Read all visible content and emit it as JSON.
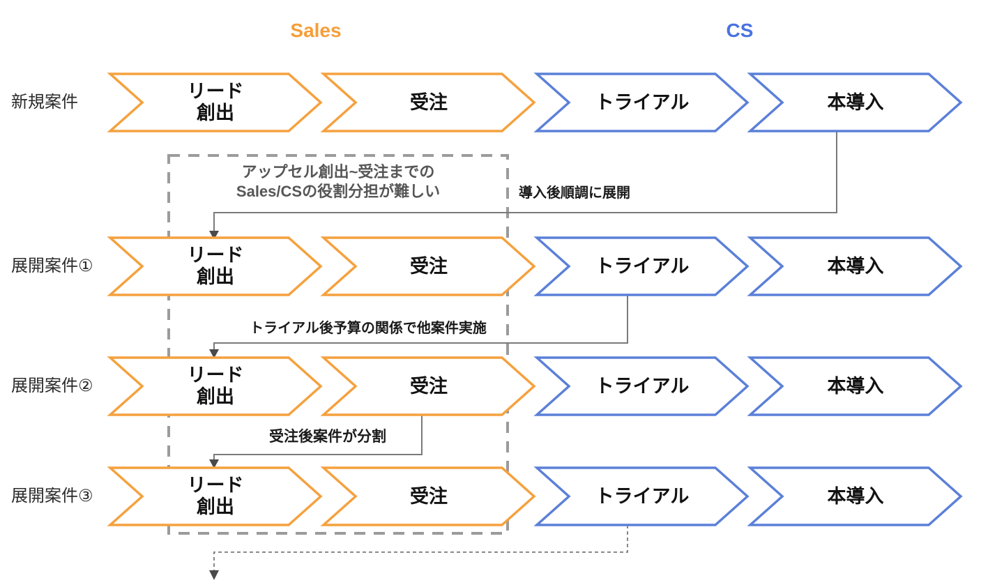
{
  "headers": {
    "sales": "Sales",
    "cs": "CS"
  },
  "colors": {
    "sales_orange": "#F5A13E",
    "cs_blue": "#5B80D8",
    "sales_header_text": "#F59E38",
    "cs_header_text": "#4A73E0",
    "connector_gray": "#7A7A7A",
    "dashed_box_gray": "#9B9B9B",
    "upsell_annotation_gray": "#565656",
    "annotation_black": "#1A1A1A"
  },
  "rows": [
    {
      "label": "新規案件",
      "stages": [
        {
          "lines": [
            "リード",
            "創出"
          ]
        },
        {
          "lines": [
            "受注"
          ]
        },
        {
          "lines": [
            "トライアル"
          ]
        },
        {
          "lines": [
            "本導入"
          ]
        }
      ]
    },
    {
      "label": "展開案件①",
      "stages": [
        {
          "lines": [
            "リード",
            "創出"
          ]
        },
        {
          "lines": [
            "受注"
          ]
        },
        {
          "lines": [
            "トライアル"
          ]
        },
        {
          "lines": [
            "本導入"
          ]
        }
      ]
    },
    {
      "label": "展開案件②",
      "stages": [
        {
          "lines": [
            "リード",
            "創出"
          ]
        },
        {
          "lines": [
            "受注"
          ]
        },
        {
          "lines": [
            "トライアル"
          ]
        },
        {
          "lines": [
            "本導入"
          ]
        }
      ]
    },
    {
      "label": "展開案件③",
      "stages": [
        {
          "lines": [
            "リード",
            "創出"
          ]
        },
        {
          "lines": [
            "受注"
          ]
        },
        {
          "lines": [
            "トライアル"
          ]
        },
        {
          "lines": [
            "本導入"
          ]
        }
      ]
    }
  ],
  "annotations": {
    "upsell_line1": "アップセル創出~受注までの",
    "upsell_line2": "Sales/CSの役割分担が難しい",
    "after_install": "導入後順調に展開",
    "after_trial": "トライアル後予算の関係で他案件実施",
    "after_order": "受注後案件が分割"
  }
}
